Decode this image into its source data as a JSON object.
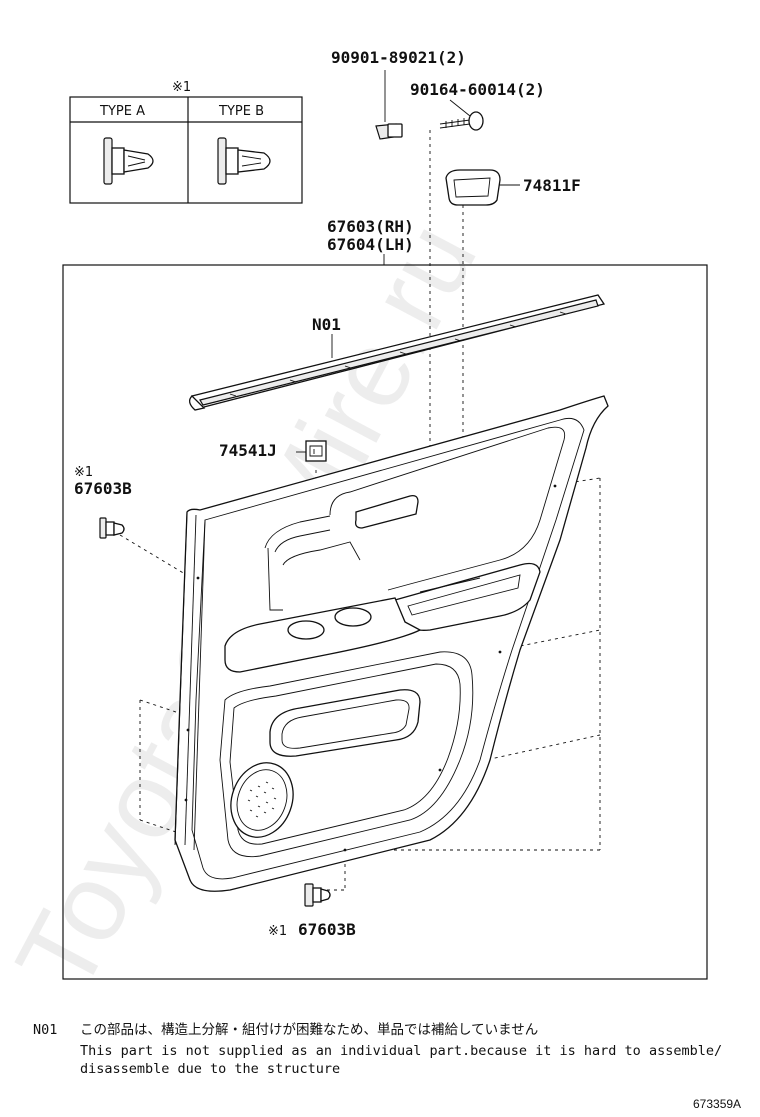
{
  "watermark": "ToyotaGarMire.ru",
  "legend": {
    "marker": "※1",
    "type_a": "TYPE A",
    "type_b": "TYPE B"
  },
  "parts": {
    "screw_grommet": "90901-89021(2)",
    "screw": "90164-60014(2)",
    "handle_cover": "74811F",
    "trim_rh": "67603(RH)",
    "trim_lh": "67604(LH)",
    "n01": "N01",
    "switch_base": "74541J",
    "clip_upper_marker": "※1",
    "clip_upper": "67603B",
    "clip_lower_marker": "※1",
    "clip_lower": "67603B"
  },
  "note": {
    "code": "N01",
    "japanese": "この部品は、構造上分解・組付けが困難なため、単品では補給していません",
    "english_line1": "This part is not supplied as an individual part.because it is hard to assemble/",
    "english_line2": "disassemble due to the structure"
  },
  "diagram_id": "673359A"
}
